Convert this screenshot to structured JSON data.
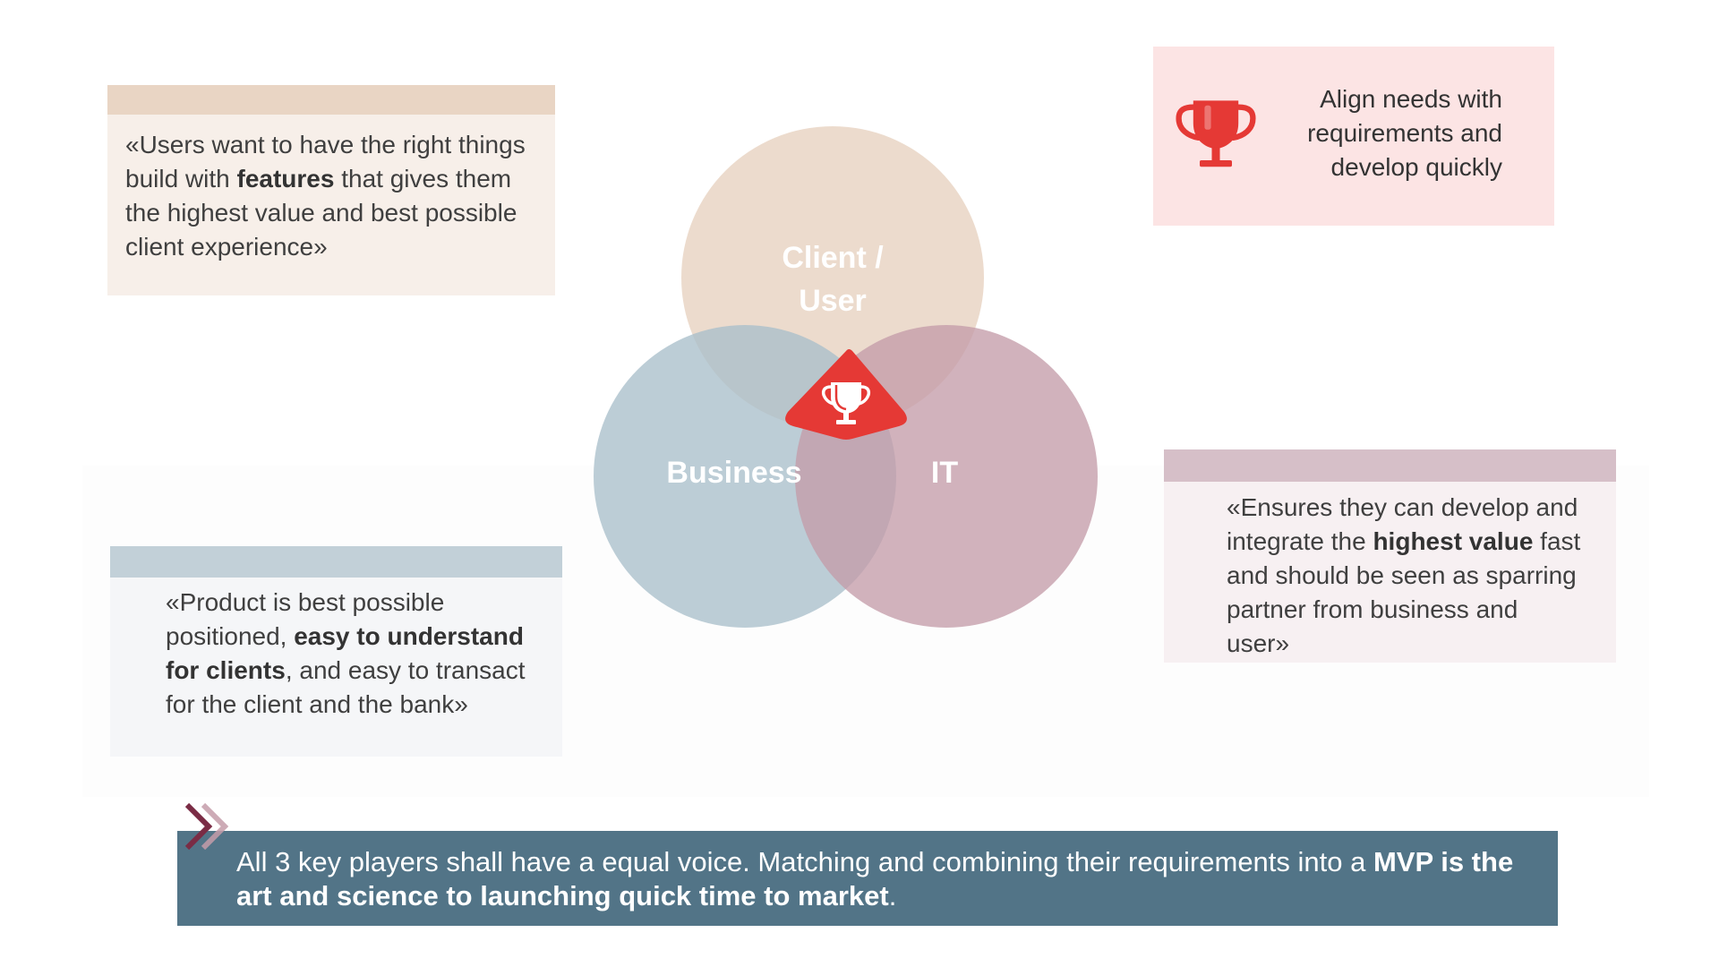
{
  "venn": {
    "circles": [
      {
        "label_line1": "Client /",
        "label_line2": "User",
        "color": "#e9d5c4"
      },
      {
        "label": "Business",
        "color": "#a9bfcb"
      },
      {
        "label": "IT",
        "color": "#c49ca9"
      }
    ],
    "center_color": "#e53935",
    "center_icon": "trophy-icon"
  },
  "goal": {
    "line1": "Align needs with",
    "line2": "requirements and",
    "line3": "develop quickly",
    "icon": "trophy-icon",
    "icon_color": "#e53935"
  },
  "quotes": {
    "client": {
      "pre": "«Users want to have the right things build with ",
      "bold": "features",
      "post": " that gives them the highest value and best possible client experience»"
    },
    "business": {
      "pre": "«Product is best possible positioned, ",
      "bold": "easy to understand for clients",
      "post": ", and easy to transact for the client and the bank»"
    },
    "it": {
      "pre": "«Ensures they can develop and integrate the ",
      "bold": "highest value",
      "post": " fast and should be seen as sparring partner from business and user»"
    }
  },
  "banner": {
    "pre": "All 3 key players shall have a equal voice. Matching and combining their requirements into a ",
    "bold": "MVP is the art and science to launching quick time to market",
    "post": ".",
    "icon": "double-chevron-icon"
  }
}
